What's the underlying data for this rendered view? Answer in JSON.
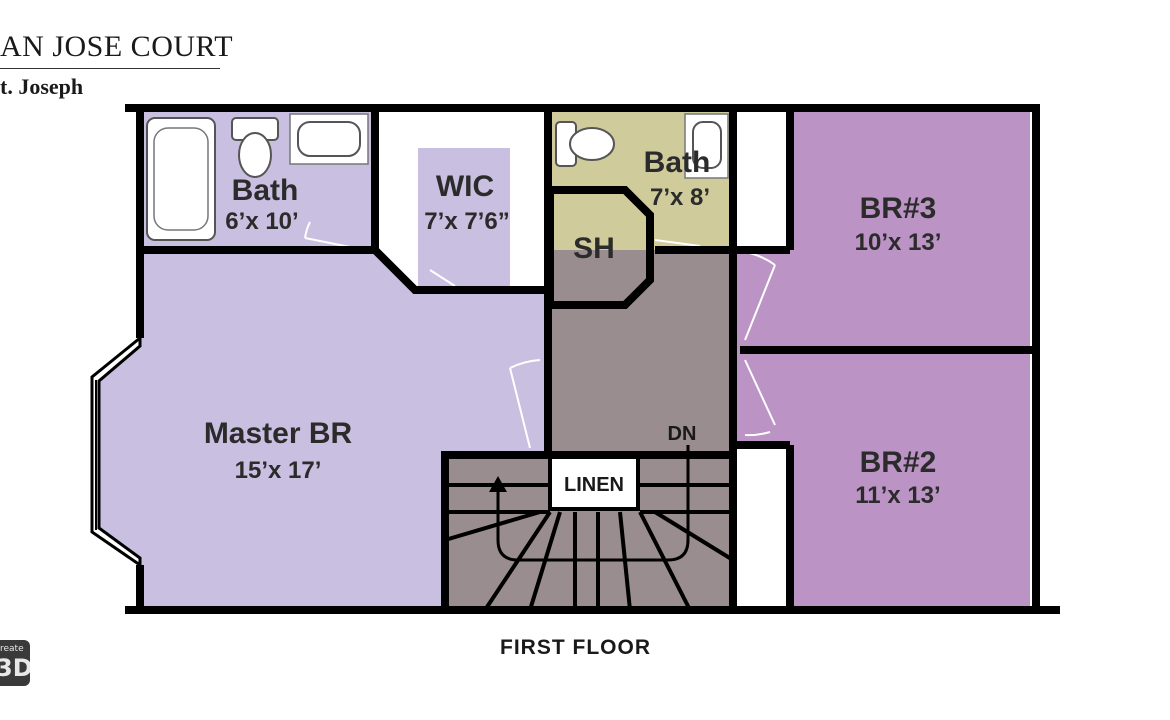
{
  "header": {
    "title": "AN JOSE COURT",
    "subtitle": "t. Joseph"
  },
  "rooms": {
    "bath1": {
      "name": "Bath",
      "dims": "6’x 10’"
    },
    "wic": {
      "name": "WIC",
      "dims": "7’x 7’6”"
    },
    "bath2": {
      "name": "Bath",
      "dims": "7’x 8’"
    },
    "shower": {
      "name": "SH"
    },
    "br3": {
      "name": "BR#3",
      "dims": "10’x 13’"
    },
    "br2": {
      "name": "BR#2",
      "dims": "11’x 13’"
    },
    "master": {
      "name": "Master BR",
      "dims": "15’x 17’"
    },
    "linen": {
      "name": "LINEN"
    }
  },
  "stairs": {
    "label": "DN"
  },
  "footer": {
    "floor_label": "FIRST FLOOR"
  },
  "logo": {
    "top": "reate",
    "main": "3D"
  },
  "colors": {
    "lavender": "#c9bfe0",
    "purple": "#bb93c4",
    "olive": "#cfcb9a",
    "hall_gray": "#9a8d90",
    "wall": "#000000"
  }
}
